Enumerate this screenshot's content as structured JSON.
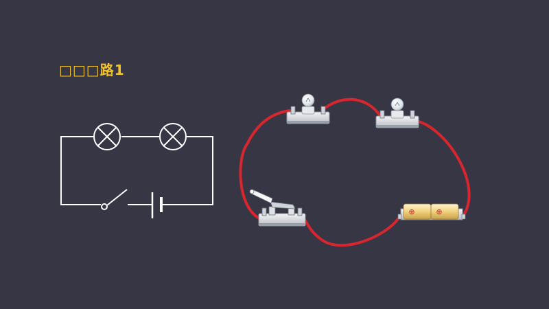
{
  "slide": {
    "title": "□□□路1"
  },
  "colors": {
    "background": "#363645",
    "title": "#f2c230",
    "schematic_line": "#ffffff",
    "wire": "#d8262e"
  },
  "schematic": {
    "components": [
      "lamp",
      "lamp",
      "switch",
      "battery"
    ],
    "switch_state": "open"
  },
  "physical_circuit": {
    "components": [
      "bulb-holder",
      "bulb-holder",
      "knife-switch",
      "battery-pack"
    ],
    "battery_cells": 2,
    "battery_cell_marks": [
      "⊕",
      "⊕"
    ]
  }
}
